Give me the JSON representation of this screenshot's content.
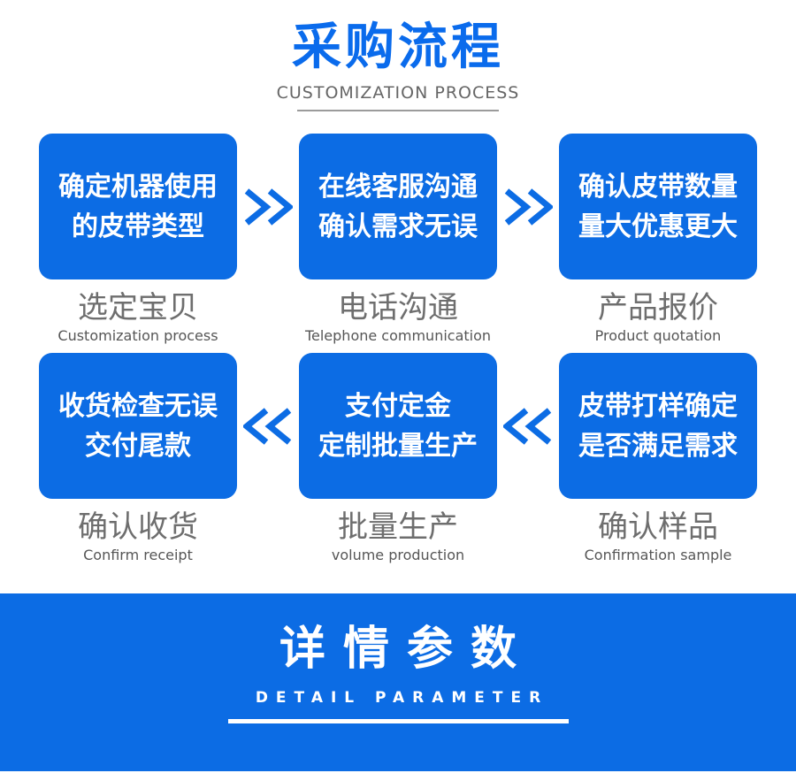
{
  "header": {
    "title": "采购流程",
    "subtitle": "CUSTOMIZATION PROCESS"
  },
  "rows": [
    {
      "direction": "right",
      "steps": [
        {
          "line1": "确定机器使用",
          "line2": "的皮带类型",
          "caption_cn": "选定宝贝",
          "caption_en": "Customization process"
        },
        {
          "line1": "在线客服沟通",
          "line2": "确认需求无误",
          "caption_cn": "电话沟通",
          "caption_en": "Telephone communication"
        },
        {
          "line1": "确认皮带数量",
          "line2": "量大优惠更大",
          "caption_cn": "产品报价",
          "caption_en": "Product quotation"
        }
      ]
    },
    {
      "direction": "left",
      "steps": [
        {
          "line1": "收货检查无误",
          "line2": "交付尾款",
          "caption_cn": "确认收货",
          "caption_en": "Confirm receipt"
        },
        {
          "line1": "支付定金",
          "line2": "定制批量生产",
          "caption_cn": "批量生产",
          "caption_en": "volume production"
        },
        {
          "line1": "皮带打样确定",
          "line2": "是否满足需求",
          "caption_cn": "确认样品",
          "caption_en": "Confirmation sample"
        }
      ]
    }
  ],
  "banner": {
    "title": "详情参数",
    "subtitle": "DETAIL PARAMETER"
  },
  "colors": {
    "primary": "#0c6ce4",
    "title_blue": "#0a6bec",
    "caption_gray": "#6e6e6e",
    "caption_en_gray": "#565656",
    "subtitle_gray": "#666666",
    "underline_gray": "#9b9b9b"
  }
}
